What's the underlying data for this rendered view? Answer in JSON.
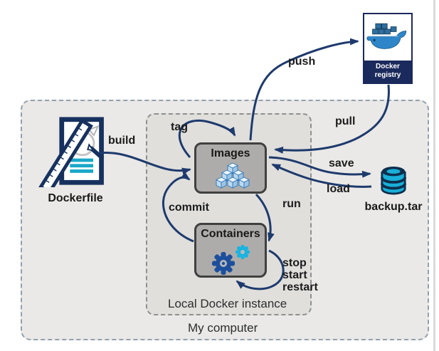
{
  "diagram": {
    "outer": {
      "label": "My computer"
    },
    "inner": {
      "label": "Local Docker instance"
    },
    "nodes": {
      "dockerfile": {
        "label": "Dockerfile",
        "icon": "blueprint-document-icon"
      },
      "images": {
        "label": "Images",
        "icon": "stacked-cubes-icon"
      },
      "containers": {
        "label": "Containers",
        "icon": "gears-icon"
      },
      "registry": {
        "label": "Docker registry",
        "icon": "docker-whale-icon"
      },
      "backup": {
        "label": "backup.tar",
        "icon": "database-icon"
      }
    },
    "arrow_labels": {
      "build": "build",
      "tag": "tag",
      "push": "push",
      "pull": "pull",
      "save": "save",
      "load": "load",
      "commit": "commit",
      "run": "run",
      "stop": "stop",
      "start": "start",
      "restart": "restart"
    },
    "colors": {
      "arrow_navy": "#1e3a6d",
      "registry_navy": "#1b2a5c",
      "docker_blue": "#2e86c8",
      "cyan_accent": "#19a8c8",
      "gear_blue": "#1d4f9c",
      "gear_cyan": "#19b4e0",
      "node_fill": "#aeacaa",
      "node_border": "#404040",
      "outer_fill": "#eae9e7",
      "inner_fill": "#e0dfdc"
    }
  }
}
